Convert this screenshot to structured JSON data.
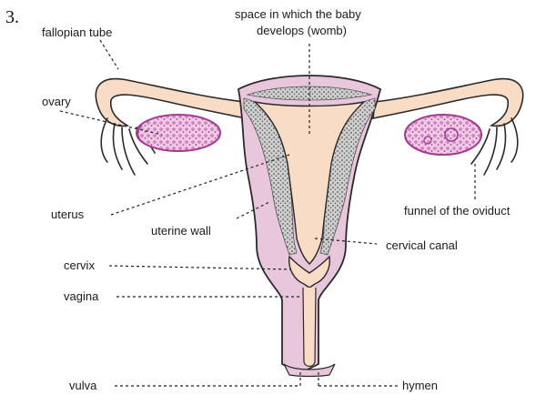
{
  "figure_number": "3.",
  "labels": {
    "fallopian_tube": "fallopian tube",
    "womb_line1": "space in which the baby",
    "womb_line2": "develops (womb)",
    "ovary": "ovary",
    "uterus": "uterus",
    "uterine_wall": "uterine wall",
    "funnel": "funnel of the oviduct",
    "cervical_canal": "cervical canal",
    "cervix": "cervix",
    "vagina": "vagina",
    "vulva": "vulva",
    "hymen": "hymen"
  },
  "colors": {
    "tube_fill": "#f8dcc6",
    "uterus_outer": "#e8c6dc",
    "uterus_inner": "#f8dcc6",
    "wall_stipple": "#8a8a8a",
    "ovary_fill": "#f1c8e6",
    "ovary_stroke": "#a23a90",
    "outline": "#2a2a2a",
    "leader": "#222222"
  }
}
